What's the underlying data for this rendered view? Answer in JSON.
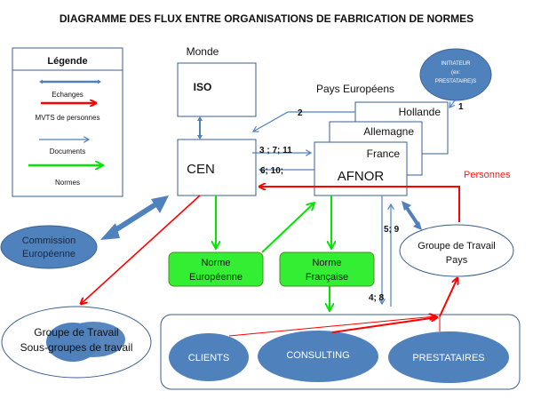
{
  "title": "DIAGRAMME DES  FLUX ENTRE ORGANISATIONS DE FABRICATION DE NORMES",
  "colors": {
    "echanges": "#4f81bd",
    "personnes": "#ff0000",
    "documents": "#4f81bd",
    "normes": "#00e600",
    "node_fill": "#4f81bd",
    "norme_fill": "#33ee33",
    "norme_border": "#4d8a2a",
    "box_border": "#3a5f8f"
  },
  "legend": {
    "title": "Légende",
    "items": [
      {
        "label": "Echanges",
        "type": "echanges"
      },
      {
        "label": "MVTS de personnes",
        "type": "personnes"
      },
      {
        "label": "Documents",
        "type": "documents"
      },
      {
        "label": "Normes",
        "type": "normes"
      }
    ]
  },
  "regions": {
    "monde": "Monde",
    "pays_europeens": "Pays Européens",
    "personnes": "Personnes"
  },
  "nodes": {
    "iso": "ISO",
    "cen": "CEN",
    "hollande": "Hollande",
    "allemagne": "Allemagne",
    "france": "France",
    "afnor": "AFNOR",
    "initiateur": [
      "INITIATEUR",
      "(ex:",
      "PRESTATAIRE)S"
    ],
    "commission": [
      "Commission",
      "Européenne"
    ],
    "norme_europeenne": [
      "Norme",
      "Européenne"
    ],
    "norme_francaise": [
      "Norme",
      "Française"
    ],
    "groupe_travail_pays": [
      "Groupe de Travail",
      "Pays"
    ],
    "groupe_travail": [
      "Groupe de Travail",
      "Sous-groupes de travail"
    ],
    "clients": "CLIENTS",
    "consulting": "CONSULTING",
    "prestataires": "PRESTATAIRES"
  },
  "flow_labels": {
    "f1": "1",
    "f2": "2",
    "f3": "3 ; 7; 11",
    "f6": "6; 10;",
    "f5": "5; 9",
    "f4": "4; 8"
  }
}
